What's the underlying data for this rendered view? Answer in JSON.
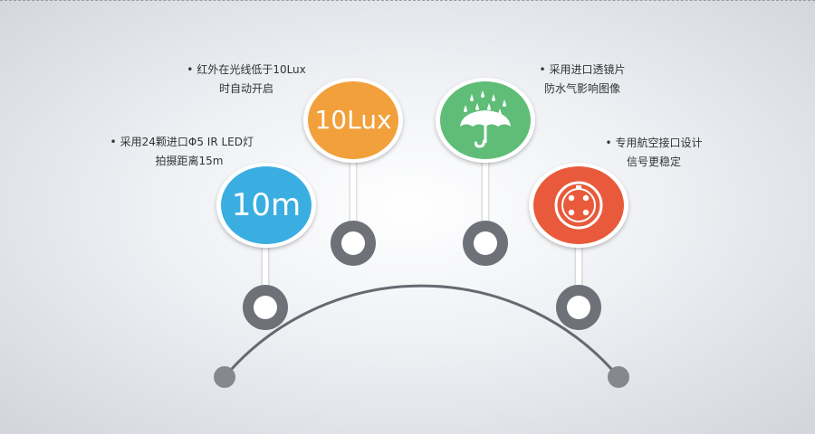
{
  "features": [
    {
      "bubble_text": "10m",
      "bubble_color": "#3aaee1",
      "caption_lines": [
        "采用24颗进口Φ5 IR LED灯",
        "拍摄距离15m"
      ]
    },
    {
      "bubble_text": "10Lux",
      "bubble_color": "#f2a03a",
      "caption_lines": [
        "红外在光线低于10Lux",
        "时自动开启"
      ]
    },
    {
      "icon": "umbrella-rain-icon",
      "bubble_color": "#5ebd78",
      "caption_lines": [
        "采用进口透镜片",
        "防水气影响图像"
      ]
    },
    {
      "icon": "aviation-connector-icon",
      "bubble_color": "#e85a3a",
      "caption_lines": [
        "专用航空接口设计",
        "信号更稳定"
      ]
    }
  ],
  "bullet_symbol": "•",
  "colors": {
    "arc": "#666a70",
    "node_ring": "#6e7278",
    "node_center": "#ffffff",
    "end_dot": "#85888e",
    "stem": "#ffffff"
  }
}
